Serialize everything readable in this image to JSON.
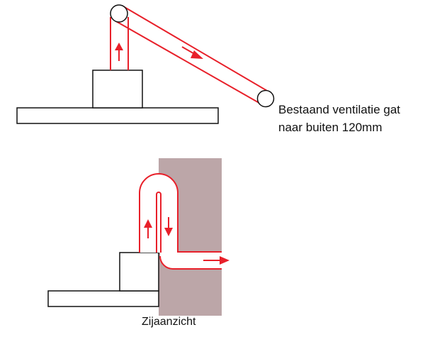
{
  "colors": {
    "duct": "#e8202a",
    "outline": "#111111",
    "wall": "#bca6a8",
    "background": "#ffffff"
  },
  "top_view": {
    "label_line1": "Bestaand ventilatie gat",
    "label_line2": "naar buiten 120mm",
    "arrow_up": "arrow-up-icon",
    "arrow_along_duct": "arrow-diagonal-icon"
  },
  "side_view": {
    "caption": "Zijaanzicht",
    "arrow_up": "arrow-up-icon",
    "arrow_down": "arrow-down-icon",
    "arrow_out": "arrow-right-icon"
  }
}
